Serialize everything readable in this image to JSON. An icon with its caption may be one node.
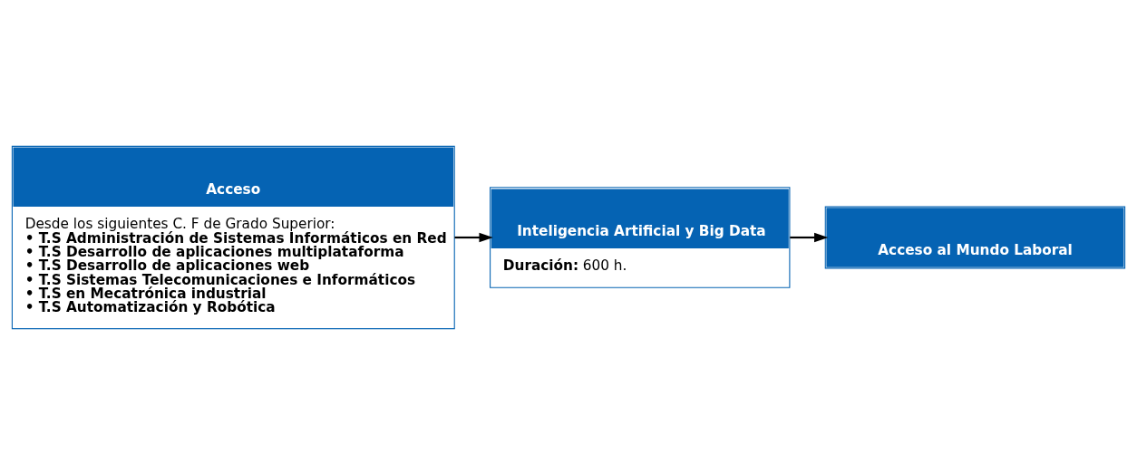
{
  "diagram": {
    "nodes": [
      {
        "text": [
          "Acceso",
          "Desde los siguientes C. F de Grado Superior:",
          "• T.S Administración de Sistemas Informáticos en Red",
          "• T.S Desarrollo de aplicaciones multiplataforma",
          "• T.S Desarrollo de aplicaciones web",
          "• T.S Sistemas Telecomunicaciones e Informáticos",
          "• T.S en Mecatrónica industrial",
          "• T.S Automatización y Robótica"
        ]
      },
      {
        "text": [
          "Inteligencia Artificial y Big Data",
          "**Duración:** 600 h."
        ]
      },
      {
        "text": [
          "Acceso al Mundo Laboral"
        ]
      }
    ],
    "edges": [
      {
        "from": 0,
        "to": 1,
        "arrow": "to"
      },
      {
        "from": 1,
        "to": 2,
        "arrow": "to"
      }
    ]
  }
}
